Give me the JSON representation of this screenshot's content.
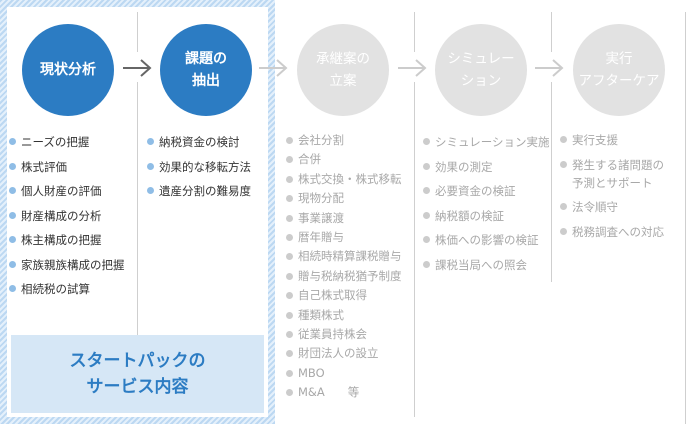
{
  "colors": {
    "active_circle": "#2c7cc3",
    "inactive_circle": "#e2e2e2",
    "active_bullet": "#8fbde6",
    "inactive_bullet": "#cccccc",
    "frame_stripe": "#bcd8f2",
    "start_pack_bg": "#d6e7f6",
    "start_pack_text": "#2c7cc3"
  },
  "steps": [
    {
      "label": "現状分析",
      "state": "active",
      "items": [
        "ニーズの把握",
        "株式評価",
        "個人財産の評価",
        "財産構成の分析",
        "株主構成の把握",
        "家族親族構成の把握",
        "相続税の試算"
      ]
    },
    {
      "label": "課題の\n抽出",
      "state": "active",
      "items": [
        "納税資金の検討",
        "効果的な移転方法",
        "遺産分割の難易度"
      ]
    },
    {
      "label": "承継案の\n立案",
      "state": "inactive",
      "items": [
        "会社分割",
        "合併",
        "株式交換・株式移転",
        "現物分配",
        "事業譲渡",
        "暦年贈与",
        "相続時精算課税贈与",
        "贈与税納税猶予制度",
        "自己株式取得",
        "種類株式",
        "従業員持株会",
        "財団法人の設立",
        "MBO",
        "M&A　　等"
      ]
    },
    {
      "label": "シミュレー\nション",
      "state": "inactive",
      "items": [
        "シミュレーション実施",
        "効果の測定",
        "必要資金の検証",
        "納税額の検証",
        "株価への影響の検証",
        "課税当局への照会"
      ]
    },
    {
      "label": "実行\nアフターケア",
      "state": "inactive",
      "items": [
        "実行支援",
        "発生する諸問題の\n予測とサポート",
        "法令順守",
        "税務調査への対応"
      ]
    }
  ],
  "start_pack": {
    "label": "スタートパックの\nサービス内容"
  },
  "icons": {
    "arrow": "arrow-right-icon",
    "bullet": "bullet-dot-icon"
  }
}
